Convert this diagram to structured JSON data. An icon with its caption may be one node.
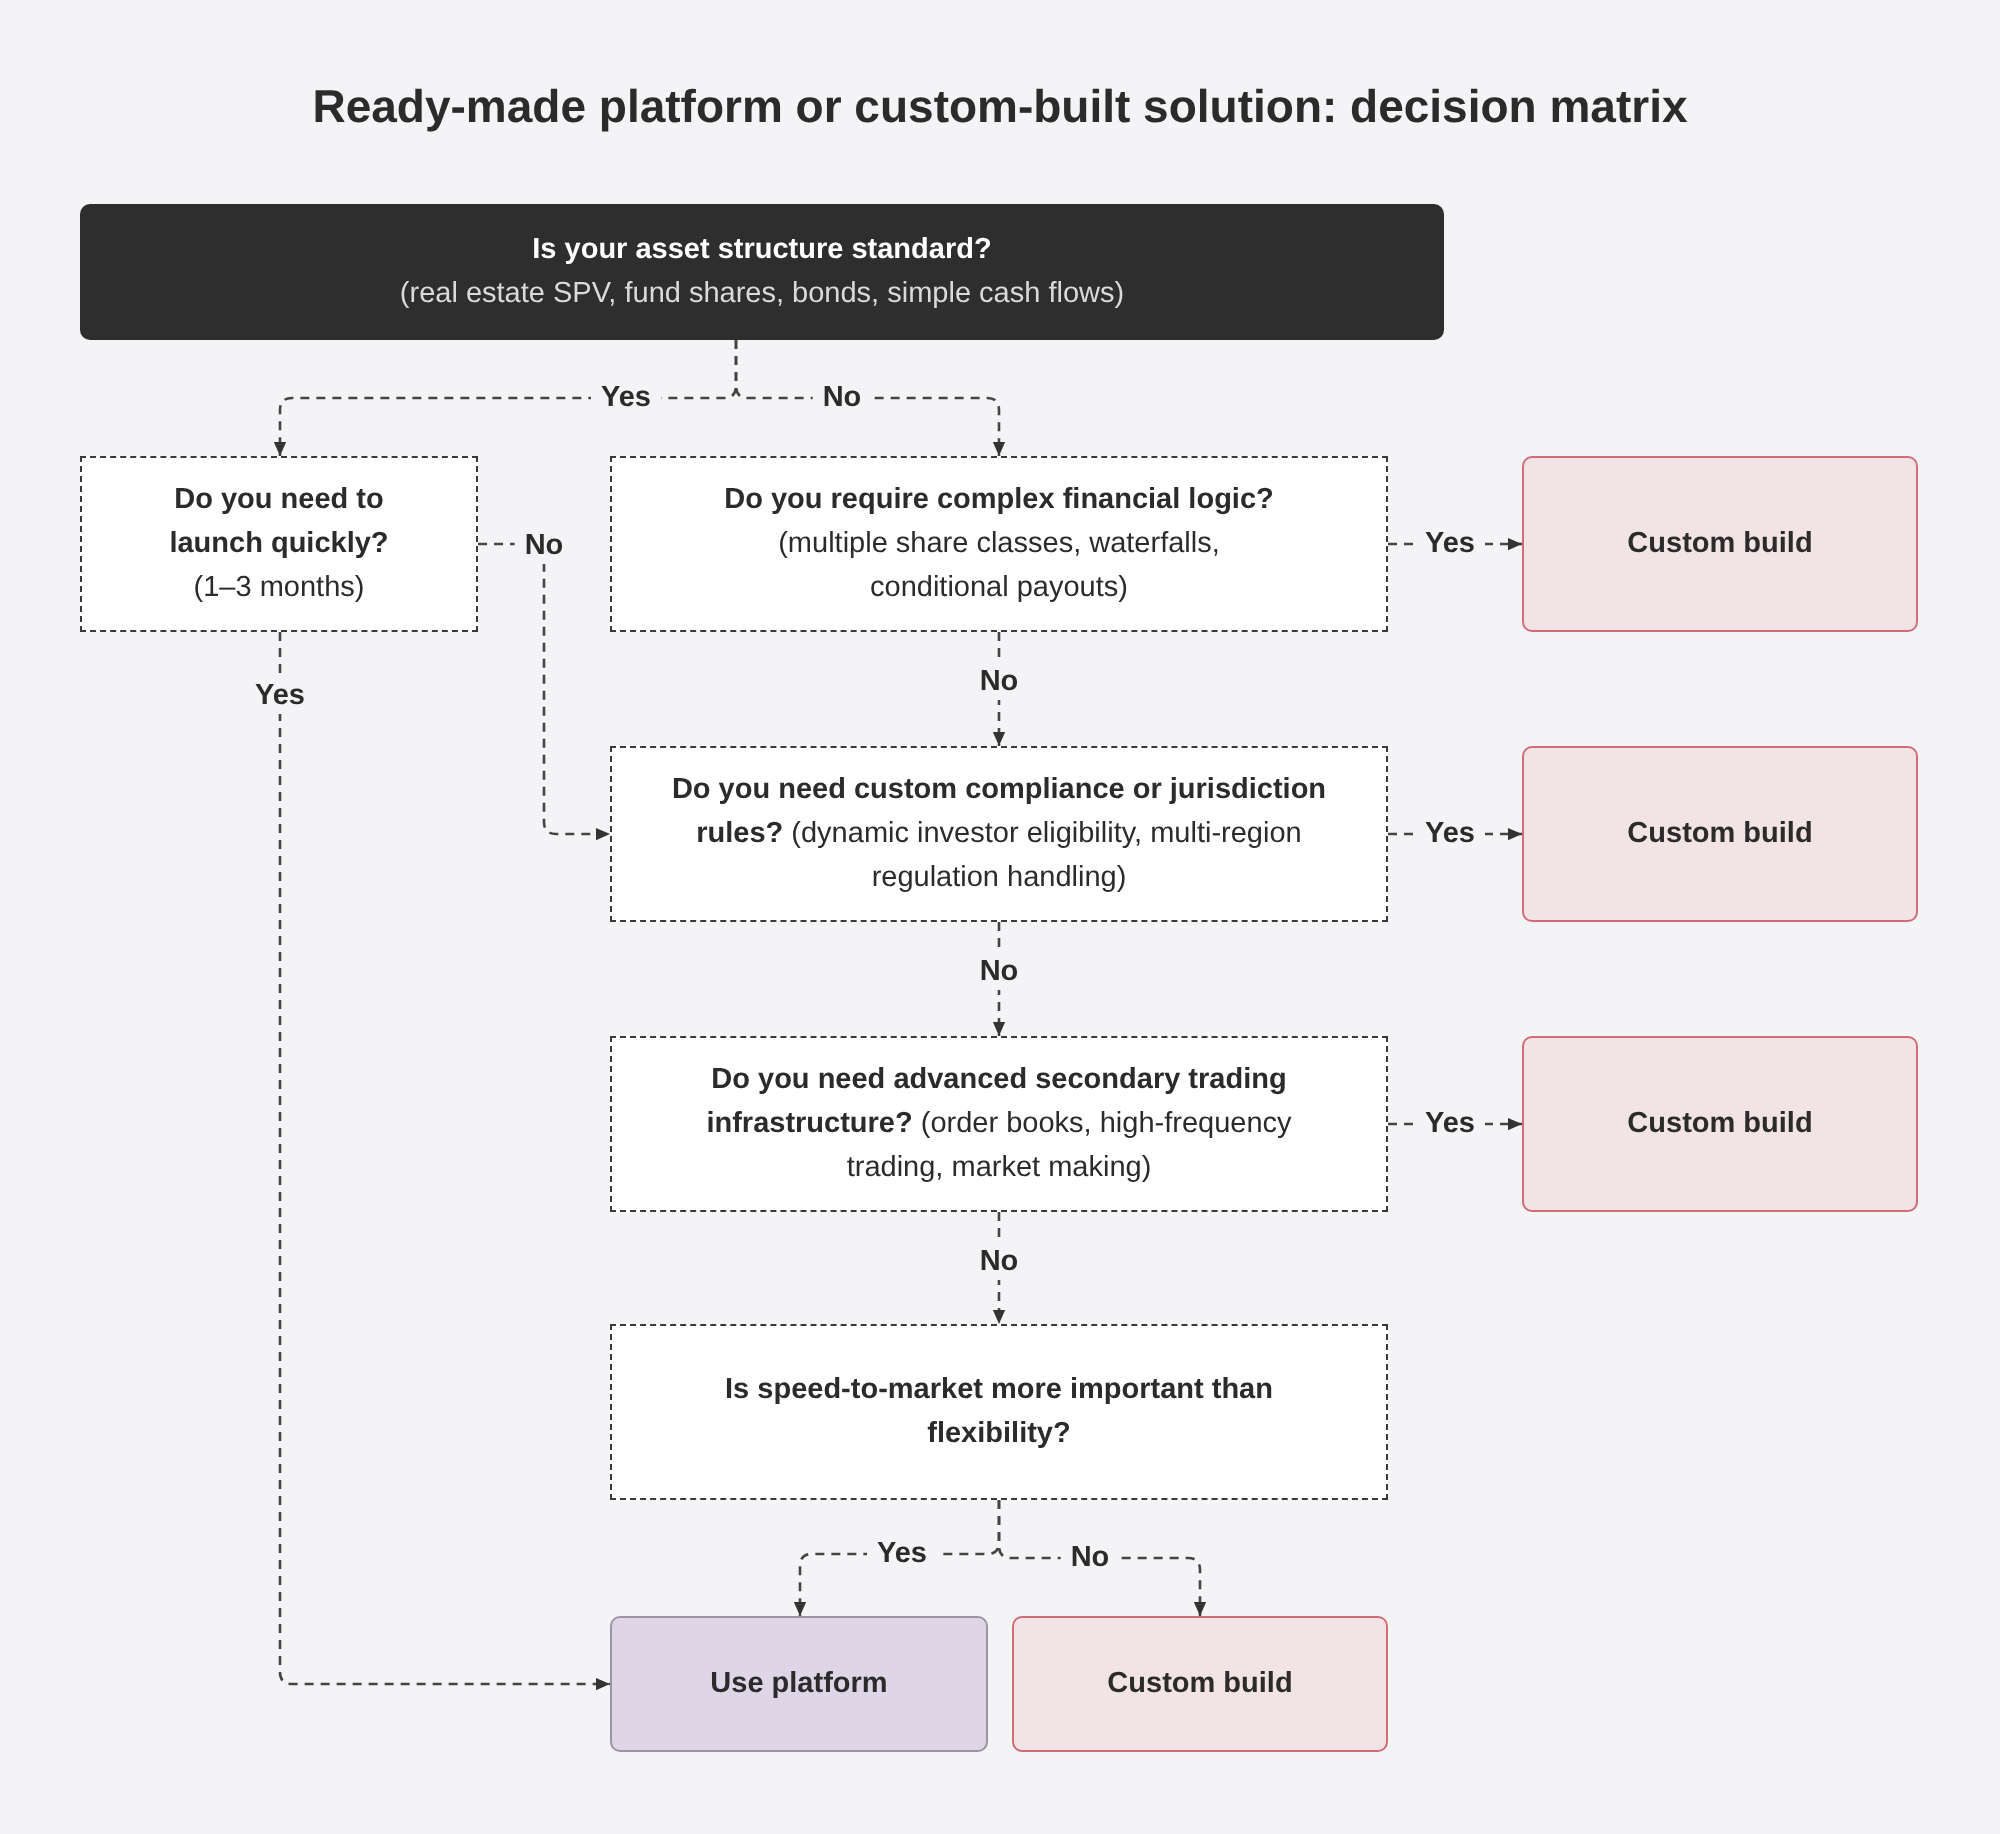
{
  "diagram": {
    "title": "Ready-made platform or custom-built solution: decision matrix",
    "nodes": [
      {
        "text": [
          "Is your asset structure standard?",
          "(real estate SPV, fund shares, bonds, simple cash flows)"
        ]
      },
      {
        "text": [
          "Do you need to launch quickly?",
          "(1–3 months)"
        ]
      },
      {
        "text": [
          "Do you require complex financial logic?",
          "(multiple share classes, waterfalls, conditional payouts)"
        ]
      },
      {
        "text": [
          "Custom build"
        ]
      },
      {
        "text": [
          "**Do you need custom compliance or jurisdiction rules?** (dynamic investor eligibility, multi-region regulation handling)"
        ]
      },
      {
        "text": [
          "Custom build"
        ]
      },
      {
        "text": [
          "**Do you need advanced secondary trading infrastructure?** (order books, high-frequency trading, market making)"
        ]
      },
      {
        "text": [
          "Custom build"
        ]
      },
      {
        "text": [
          "Is speed-to-market more important than flexibility?"
        ]
      },
      {
        "text": [
          "Use platform"
        ]
      },
      {
        "text": [
          "Custom build"
        ]
      }
    ],
    "edges": [
      {
        "from": 0,
        "to": 1,
        "label": "Yes",
        "arrow": "to"
      },
      {
        "from": 0,
        "to": 2,
        "label": "No",
        "arrow": "to"
      },
      {
        "from": 1,
        "to": 4,
        "label": "No",
        "arrow": "to"
      },
      {
        "from": 1,
        "to": 9,
        "label": "Yes",
        "arrow": "to"
      },
      {
        "from": 2,
        "to": 3,
        "label": "Yes",
        "arrow": "to"
      },
      {
        "from": 2,
        "to": 4,
        "label": "No",
        "arrow": "to"
      },
      {
        "from": 4,
        "to": 5,
        "label": "Yes",
        "arrow": "to"
      },
      {
        "from": 4,
        "to": 6,
        "label": "No",
        "arrow": "to"
      },
      {
        "from": 6,
        "to": 7,
        "label": "Yes",
        "arrow": "to"
      },
      {
        "from": 6,
        "to": 8,
        "label": "No",
        "arrow": "to"
      },
      {
        "from": 8,
        "to": 9,
        "label": "Yes",
        "arrow": "to"
      },
      {
        "from": 8,
        "to": 10,
        "label": "No",
        "arrow": "to"
      }
    ]
  }
}
